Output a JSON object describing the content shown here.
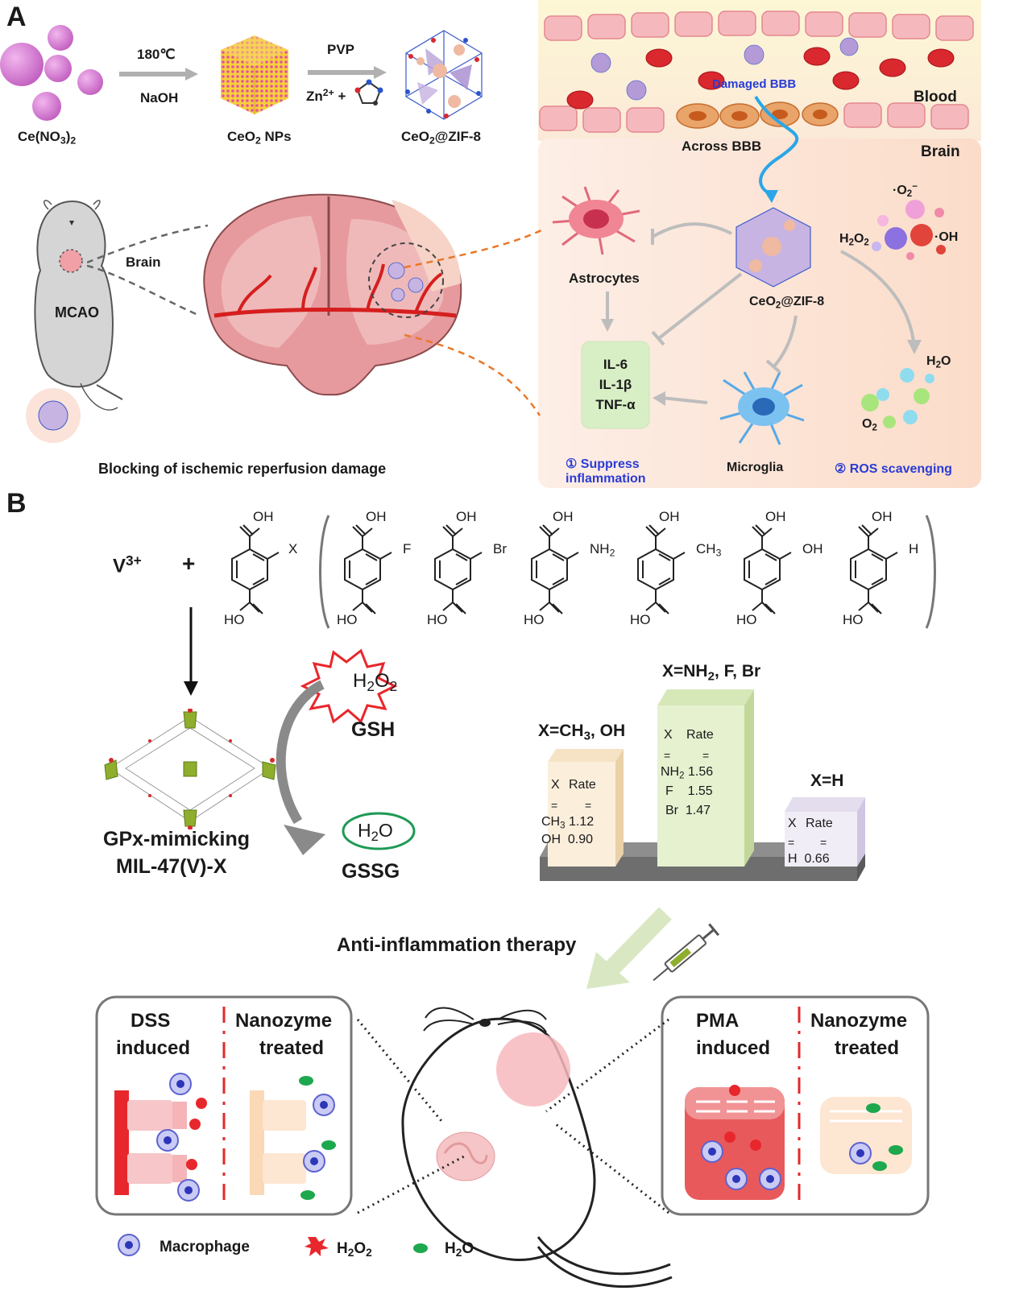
{
  "panelA": {
    "label": "A",
    "reagent": "Ce(NO",
    "reagent_tail": ")",
    "cond1_top": "180℃",
    "cond1_bottom": "NaOH",
    "np_label": "CeO",
    "np_label_tail": " NPs",
    "cond2_top": "PVP",
    "cond2_bottom": "Zn",
    "cond2_bottom_tail": " +",
    "composite_label": "CeO",
    "composite_tail": "@ZIF-8",
    "damaged_bbb": "Damaged BBB",
    "blood": "Blood",
    "across_bbb": "Across BBB",
    "brain": "Brain",
    "mouse_brain": "Brain",
    "mcao": "MCAO",
    "astrocytes": "Astrocytes",
    "center_label": "CeO",
    "center_tail": "@ZIF-8",
    "superoxide": "·O",
    "h2o2": "H",
    "hydroxyl": "·OH",
    "h2o": "H",
    "o2": "O",
    "cytokines": [
      "IL-6",
      "IL-1β",
      "TNF-α"
    ],
    "microglia": "Microglia",
    "suppress": "① Suppress",
    "suppress2": "inflammation",
    "ros": "② ROS scavenging",
    "caption": "Blocking of ischemic reperfusion damage"
  },
  "panelB": {
    "label": "B",
    "v3": "V",
    "plus": "+",
    "linker_x": "X",
    "oh": "OH",
    "ho": "HO",
    "substituents": [
      "F",
      "Br",
      "NH",
      "CH",
      "OH",
      "H"
    ],
    "h2o2_star": "H",
    "gsh": "GSH",
    "h2o_oval": "H",
    "gssg": "GSSG",
    "mof1": "GPx-mimicking",
    "mof2": "MIL-47(V)-X",
    "group_top": "X=NH",
    "group_top_tail": ", F, Br",
    "group_left": "X=CH",
    "group_left_tail": ", OH",
    "group_right": "X=H",
    "col_x": "X",
    "col_rate": "Rate",
    "eq": "=",
    "rates_left": [
      [
        "CH",
        "1.12"
      ],
      [
        "OH",
        "0.90"
      ]
    ],
    "rates_mid": [
      [
        "NH",
        "1.56"
      ],
      [
        "F",
        "1.55"
      ],
      [
        "Br",
        "1.47"
      ]
    ],
    "rates_right": [
      [
        "H",
        "0.66"
      ]
    ],
    "therapy": "Anti-inflammation therapy",
    "dss": "DSS",
    "dss2": "induced",
    "nano": "Nanozyme",
    "nano2": "treated",
    "pma": "PMA",
    "pma2": "induced",
    "legend_macrophage": "Macrophage",
    "legend_h2o2": "H",
    "legend_h2o": "H"
  },
  "colors": {
    "arrow_gray": "#a9a9a9",
    "blood_pink": "#f3b7bd",
    "rbc_red": "#d9282e",
    "brain_pink": "#e79a9d",
    "vessel_red": "#d61e1e",
    "cytokine_box": "#d8efc6",
    "panel_bg": "#fdebe0",
    "green_text": "#18884a",
    "blue_text": "#2a3bd6",
    "orange_dash": "#e9782a"
  }
}
